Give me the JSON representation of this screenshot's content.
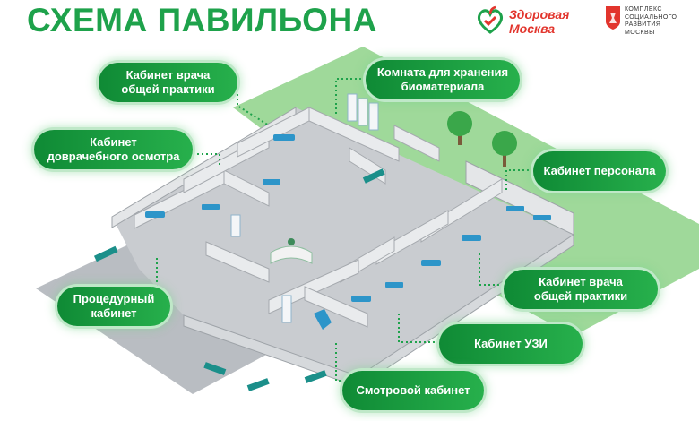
{
  "title": "СХЕМА ПАВИЛЬОНА",
  "logos": {
    "zdorovaya_moskva": [
      "Здоровая",
      "Москва"
    ],
    "kompleks": [
      "КОМПЛЕКС",
      "СОЦИАЛЬНОГО",
      "РАЗВИТИЯ",
      "МОСКВЫ"
    ]
  },
  "labels": {
    "gp_top": [
      "Кабинет врача",
      "общей практики"
    ],
    "biomaterial": [
      "Комната для хранения",
      "биоматериала"
    ],
    "predoc": [
      "Кабинет",
      "доврачебного осмотра"
    ],
    "staff": [
      "Кабинет персонала"
    ],
    "gp_right": [
      "Кабинет врача",
      "общей практики"
    ],
    "procedure": [
      "Процедурный",
      "кабинет"
    ],
    "uzi": [
      "Кабинет УЗИ"
    ],
    "exam": [
      "Смотровой кабинет"
    ]
  },
  "colors": {
    "brand_green": "#1ea24b",
    "accent_red": "#e2352d",
    "floor": "#c9ccd0",
    "wall": "#e4e6e8",
    "lawn": "#9fd99a"
  }
}
